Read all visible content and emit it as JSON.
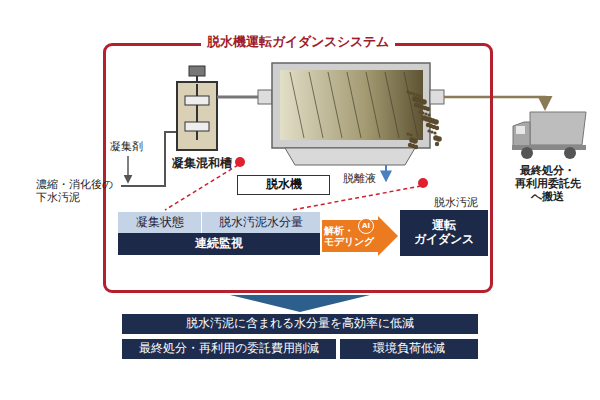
{
  "diagram": {
    "nodes": [
      {
        "text": [
          "脱水機運転ガイダンスシステム"
        ]
      },
      {
        "text": [
          "脱水機"
        ],
        "in": 0
      },
      {
        "text": [
          "凝集状態"
        ],
        "in": 0
      },
      {
        "text": [
          "脱水汚泥水分量"
        ],
        "in": 0
      },
      {
        "text": [
          "連続監視"
        ],
        "in": 0
      },
      {
        "text": [
          "解析・ モデリング"
        ],
        "in": 0
      },
      {
        "text": [
          "運転 ガイダンス"
        ],
        "in": 0
      },
      {
        "text": [
          "脱水汚泥に含まれる水分量を高効率に低減"
        ]
      },
      {
        "text": [
          "最終処分・再利用の委託費用削減"
        ]
      },
      {
        "text": [
          "環境負荷低減"
        ]
      }
    ],
    "edges": [
      {
        "from": 0,
        "to": 7,
        "arrow": "to"
      }
    ],
    "labels": [
      "凝集剤",
      "濃縮・消化後の 下水汚泥",
      "凝集混和槽",
      "脱離液",
      "脱水汚泥",
      "最終処分・ 再利用委託先 へ搬送",
      "AI"
    ]
  }
}
